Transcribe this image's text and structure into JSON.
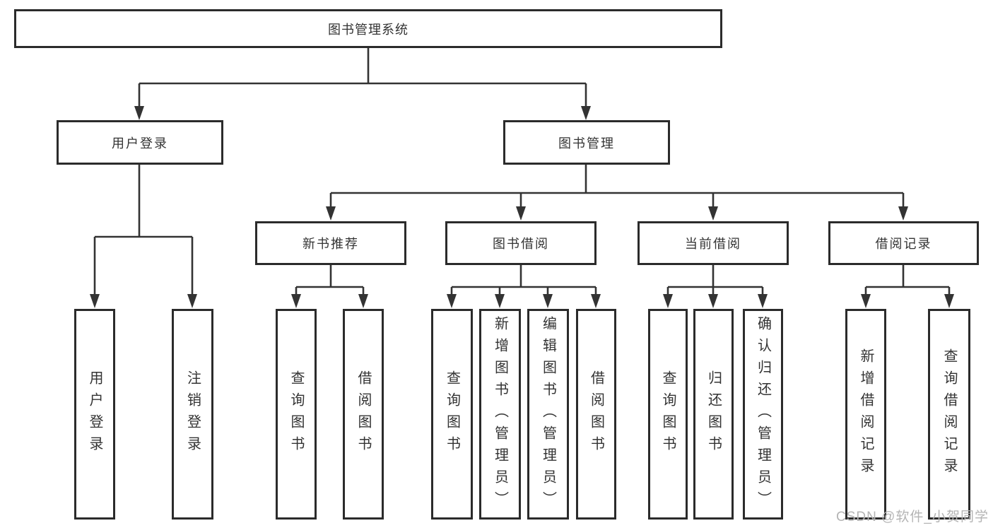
{
  "diagram": {
    "root": "图书管理系统",
    "branches": [
      {
        "label": "用户登录",
        "children": [
          "用户登录",
          "注销登录"
        ]
      },
      {
        "label": "图书管理",
        "sections": [
          {
            "label": "新书推荐",
            "children": [
              "查询图书",
              "借阅图书"
            ]
          },
          {
            "label": "图书借阅",
            "children": [
              "查询图书",
              "新增图书（管理员）",
              "编辑图书（管理员）",
              "借阅图书"
            ]
          },
          {
            "label": "当前借阅",
            "children": [
              "查询图书",
              "归还图书",
              "确认归还（管理员）"
            ]
          },
          {
            "label": "借阅记录",
            "children": [
              "新增借阅记录",
              "查询借阅记录"
            ]
          }
        ]
      }
    ],
    "watermark": "CSDN @软件_小贺同学",
    "colors": {
      "line": "#333333",
      "box_border": "#2b2b2b",
      "text": "#333333",
      "watermark": "#b4b4b4",
      "background": "#ffffff"
    }
  }
}
